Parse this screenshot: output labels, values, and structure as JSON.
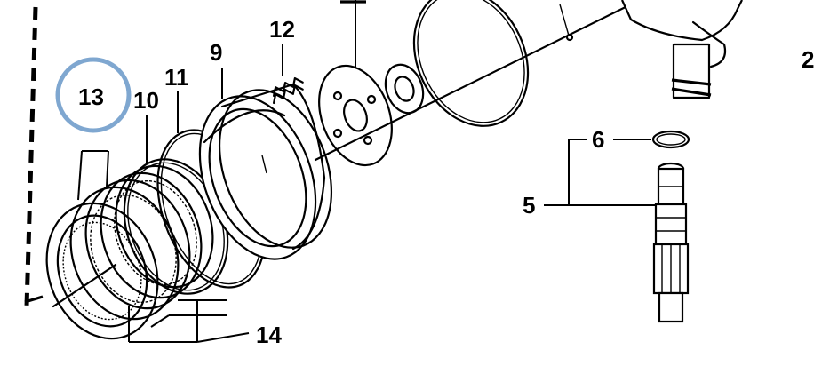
{
  "callouts": {
    "c5": "5",
    "c6": "6",
    "c9": "9",
    "c10": "10",
    "c11": "11",
    "c12": "12",
    "c13": "13",
    "c14": "14",
    "c2_partial": "2"
  },
  "colors": {
    "highlight_circle": "#7fa7d0",
    "line": "#000000",
    "background": "#ffffff"
  },
  "highlight": {
    "target": "13",
    "shape": "circle"
  }
}
